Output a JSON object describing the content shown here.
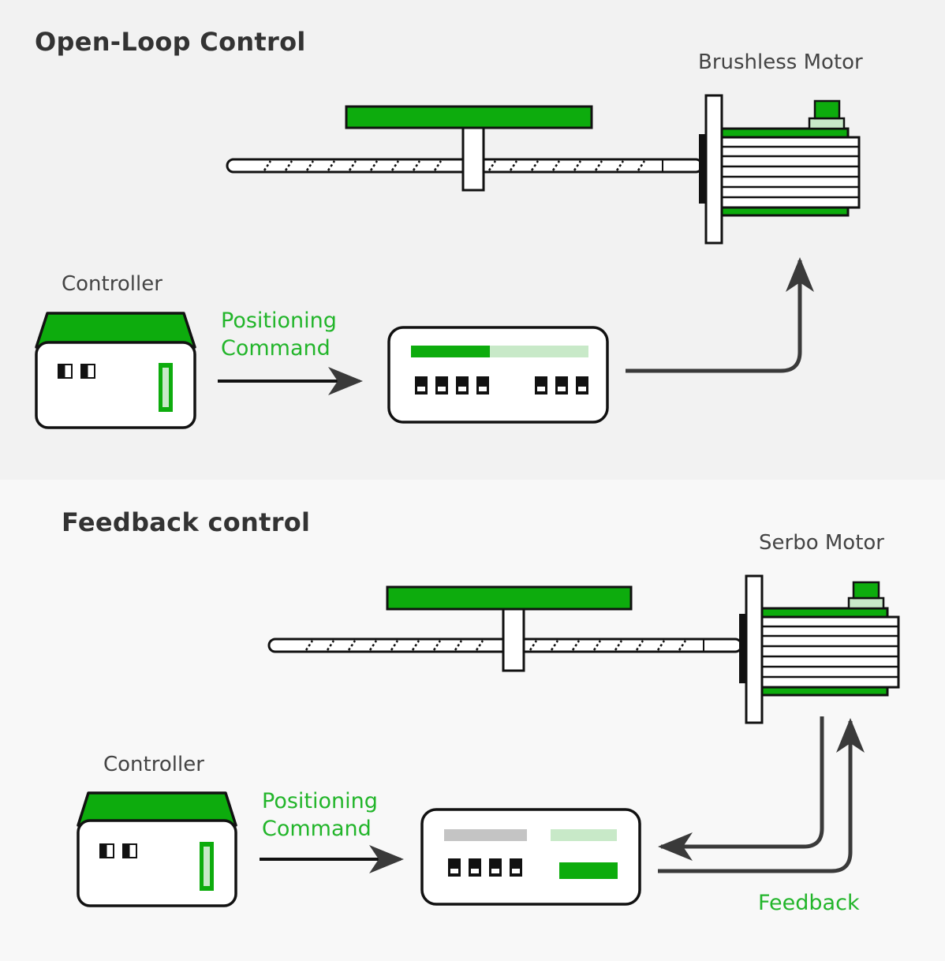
{
  "colors": {
    "green": "#0dac0d",
    "light_green": "#c8e9c8",
    "gray_bar": "#c4c4c4",
    "stroke": "#111111",
    "arrow": "#3a3a3a",
    "label_green": "#22b52a"
  },
  "open_loop": {
    "title": "Open-Loop Control",
    "motor_label": "Brushless Motor",
    "controller_label": "Controller",
    "command_line1": "Positioning",
    "command_line2": "Command"
  },
  "feedback_loop": {
    "title": "Feedback control",
    "motor_label": "Serbo Motor",
    "controller_label": "Controller",
    "command_line1": "Positioning",
    "command_line2": "Command",
    "feedback_label": "Feedback"
  }
}
